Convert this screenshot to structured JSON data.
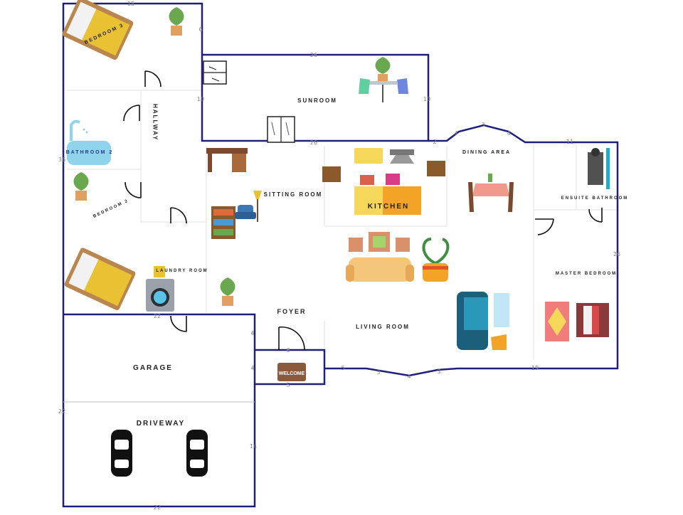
{
  "rooms": {
    "bedroom3": "BEDROOM 3",
    "hallway": "HALLWAY",
    "bathroom2": "BATHROOM 2",
    "bedroom2": "BEDROOM 2",
    "laundry": "LAUNDRY ROOM",
    "sunroom": "SUNROOM",
    "sitting": "SITTING ROOM",
    "kitchen": "KITCHEN",
    "dining": "DINING AREA",
    "ensuite": "ENSUITE BATHROOM",
    "master": "MASTER BEDROOM",
    "foyer": "FOYER",
    "living": "LIVING ROOM",
    "garage": "GARAGE",
    "driveway": "DRIVEWAY"
  },
  "mat_text": "WELCOME",
  "dimensions": {
    "top_left": "15",
    "bed3_side": "6",
    "sunroom_top": "26",
    "sunroom_left": "10",
    "sunroom_right": "10",
    "sunroom_bottom": "26",
    "left_side": "36",
    "dining_a": "4",
    "dining_b": "3",
    "dining_c": "4",
    "dining_d": "2",
    "ensuite_top": "11",
    "right_side": "26",
    "laundry_bottom": "22",
    "garage_right": "4",
    "foyer_left": "4",
    "foyer_top": "6",
    "foyer_bottom": "5",
    "living_a": "5",
    "living_b": "3",
    "living_c": "4",
    "living_d": "3",
    "master_bottom": "19",
    "driveway_left": "22",
    "driveway_right": "14",
    "driveway_bottom": "22"
  },
  "colors": {
    "wall": "#1f1f7a",
    "bed_blanket": "#e8c232",
    "wood": "#b8864e",
    "bath": "#8fd3ec",
    "plant": "#6aa84f",
    "mat": "#8b5a3c"
  }
}
